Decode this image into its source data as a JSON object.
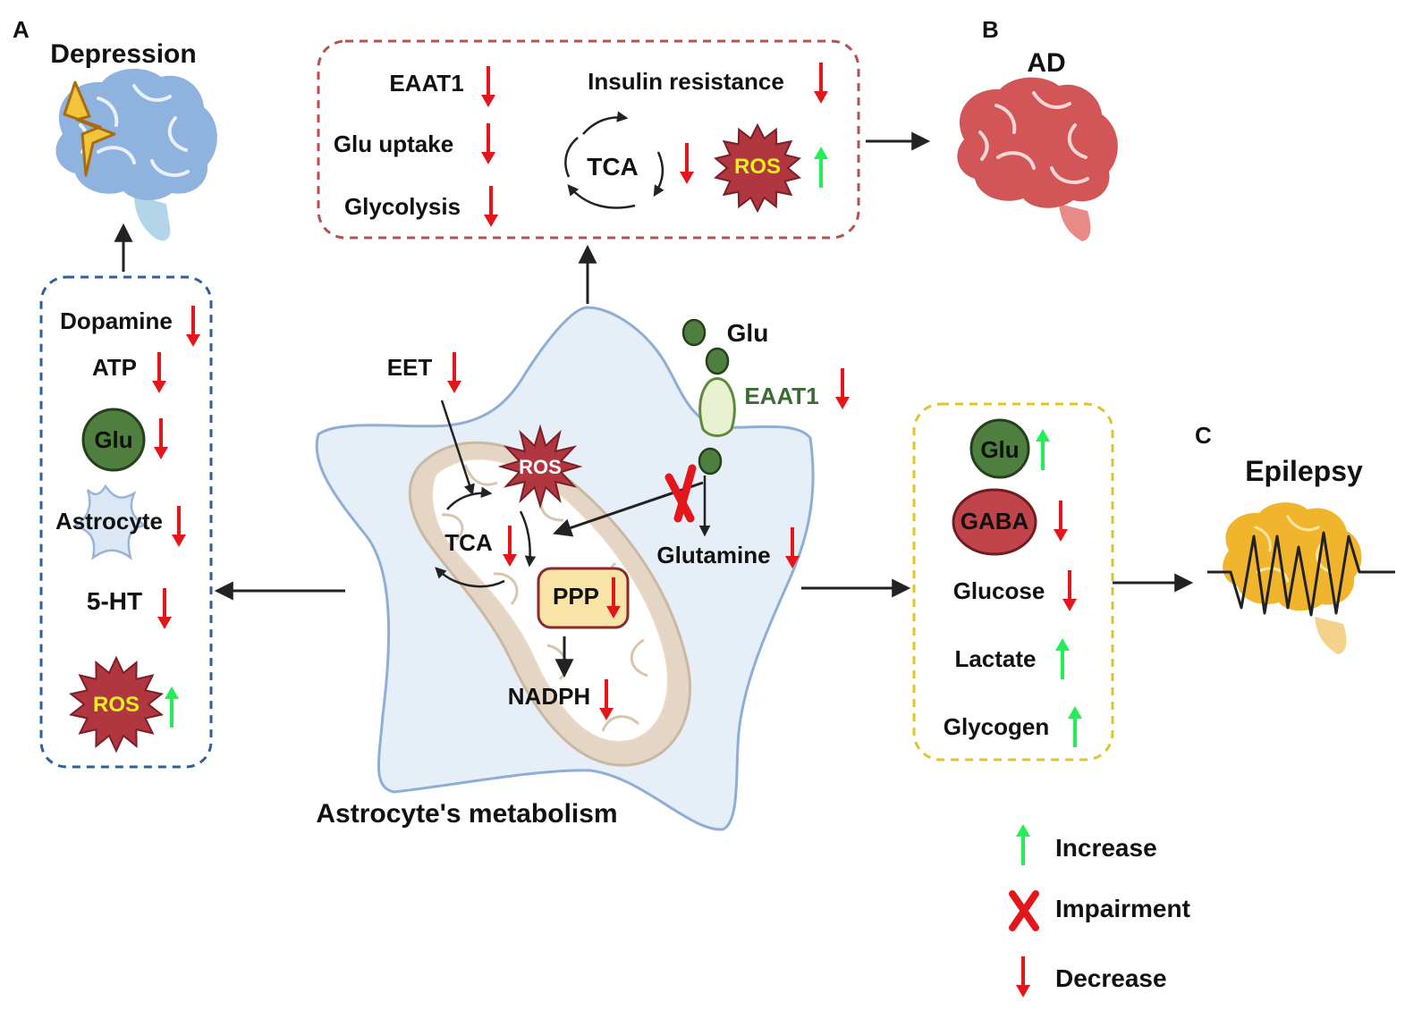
{
  "panels": {
    "a": {
      "letter": "A",
      "title": "Depression",
      "items": {
        "dopamine": "Dopamine",
        "atp": "ATP",
        "glu": "Glu",
        "astrocyte": "Astrocyte",
        "serotonin": "5-HT",
        "ros": "ROS"
      }
    },
    "b": {
      "letter": "B",
      "title": "AD",
      "items": {
        "eaat1": "EAAT1",
        "glu_uptake": "Glu uptake",
        "glycolysis": "Glycolysis",
        "insulin_resistance": "Insulin resistance",
        "tca": "TCA",
        "ros": "ROS"
      }
    },
    "c": {
      "letter": "C",
      "title": "Epilepsy",
      "items": {
        "glu": "Glu",
        "gaba": "GABA",
        "glucose": "Glucose",
        "lactate": "Lactate",
        "glycogen": "Glycogen"
      }
    }
  },
  "center": {
    "caption": "Astrocyte's metabolism",
    "eet": "EET",
    "ros": "ROS",
    "tca": "TCA",
    "ppp": "PPP",
    "nadph": "NADPH",
    "glu": "Glu",
    "eaat1": "EAAT1",
    "glutamine": "Glutamine"
  },
  "legend": {
    "increase": "Increase",
    "impairment": "Impairment",
    "decrease": "Decrease"
  },
  "colors": {
    "increase_arrow": "#22ee55",
    "decrease_arrow": "#e3161b",
    "impairment_mark": "#e3161b",
    "box_a_border": "#2f5f9e",
    "box_b_border": "#b5514f",
    "box_c_border": "#e0c42b",
    "astrocyte_fill": "#e6eef8",
    "ros_fill": "#b0373f",
    "glu_fill": "#4f7f3e",
    "gaba_fill": "#c0444a",
    "ros_text": "#e8ef1a",
    "eaat1_text": "#3b6a34"
  }
}
